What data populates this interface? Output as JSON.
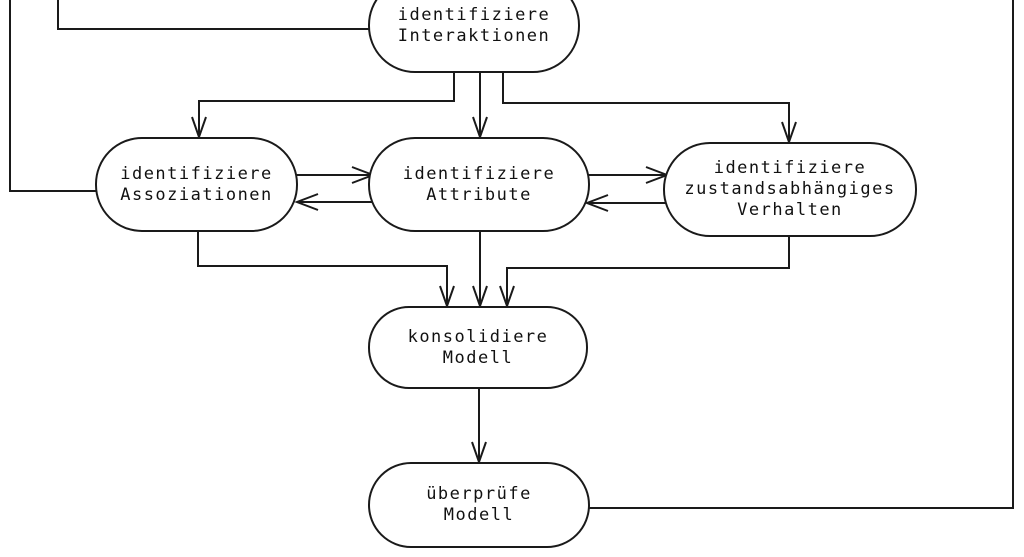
{
  "diagram": {
    "background": "#ffffff",
    "stroke_color": "#1a1a1a",
    "nodes": {
      "interaktionen": {
        "label": "identifiziere\nInteraktionen"
      },
      "assoziationen": {
        "label": "identifiziere\nAssoziationen"
      },
      "attribute": {
        "label": "identifiziere\nAttribute"
      },
      "verhalten": {
        "label": "identifiziere\nzustandsabhängiges\nVerhalten"
      },
      "konsolidiere": {
        "label": "konsolidiere\nModell"
      },
      "ueberpruefe": {
        "label": "überprüfe\nModell"
      }
    },
    "edges": [
      {
        "from": "top-edge-left-outer",
        "to": "identifiziere-assoziationen",
        "arrowhead": false
      },
      {
        "from": "top-edge-left-inner",
        "to": "identifiziere-interaktionen",
        "arrowhead": false
      },
      {
        "from": "identifiziere-interaktionen",
        "to": "identifiziere-assoziationen",
        "arrowhead": true
      },
      {
        "from": "identifiziere-interaktionen",
        "to": "identifiziere-attribute",
        "arrowhead": true
      },
      {
        "from": "identifiziere-interaktionen",
        "to": "identifiziere-zustandsabhaengiges-verhalten",
        "arrowhead": true
      },
      {
        "from": "identifiziere-assoziationen",
        "to": "identifiziere-attribute",
        "arrowhead": true
      },
      {
        "from": "identifiziere-attribute",
        "to": "identifiziere-assoziationen",
        "arrowhead": true
      },
      {
        "from": "identifiziere-attribute",
        "to": "identifiziere-zustandsabhaengiges-verhalten",
        "arrowhead": true
      },
      {
        "from": "identifiziere-zustandsabhaengiges-verhalten",
        "to": "identifiziere-attribute",
        "arrowhead": true
      },
      {
        "from": "identifiziere-assoziationen",
        "to": "konsolidiere-modell",
        "arrowhead": true
      },
      {
        "from": "identifiziere-attribute",
        "to": "konsolidiere-modell",
        "arrowhead": true
      },
      {
        "from": "identifiziere-zustandsabhaengiges-verhalten",
        "to": "konsolidiere-modell",
        "arrowhead": true
      },
      {
        "from": "konsolidiere-modell",
        "to": "ueberpruefe-modell",
        "arrowhead": true
      },
      {
        "from": "ueberpruefe-modell",
        "to": "top-edge-right",
        "arrowhead": false
      }
    ]
  }
}
